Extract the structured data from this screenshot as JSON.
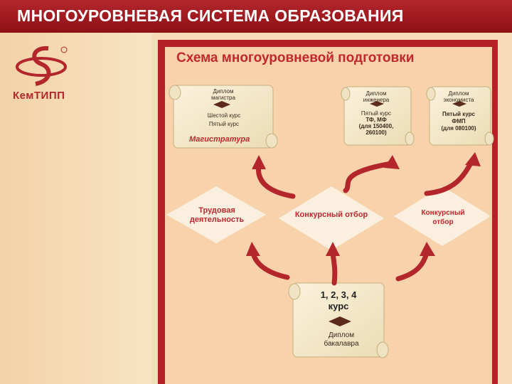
{
  "header": {
    "title": "МНОГОУРОВНЕВАЯ СИСТЕМА ОБРАЗОВАНИЯ"
  },
  "logo": {
    "text": "КемТИПП"
  },
  "diagram": {
    "title": "Схема многоуровневой подготовки",
    "scroll_master": {
      "diploma": "Диплом магистра",
      "course6": "Шестой курс",
      "course5": "Пятый курс",
      "label": "Магистратура"
    },
    "scroll_engineer": {
      "diploma": "Диплом инженера",
      "course": "Пятый курс",
      "faculty": "ТФ, МФ",
      "spec": "(для 150400, 260100)"
    },
    "scroll_economist": {
      "diploma": "Диплом экономиста",
      "course": "Пятый курс",
      "faculty": "ФМП",
      "spec": "(для 080100)"
    },
    "diamond_work": "Трудовая деятельность",
    "diamond_contest1": "Конкурсный отбор",
    "diamond_contest2": "Конкурсный отбор",
    "scroll_bachelor": {
      "courses": "1, 2, 3, 4 курс",
      "diploma": "Диплом бакалавра"
    },
    "colors": {
      "accent": "#c1272d",
      "panel": "#b62128",
      "background": "#f7d2ab"
    }
  }
}
